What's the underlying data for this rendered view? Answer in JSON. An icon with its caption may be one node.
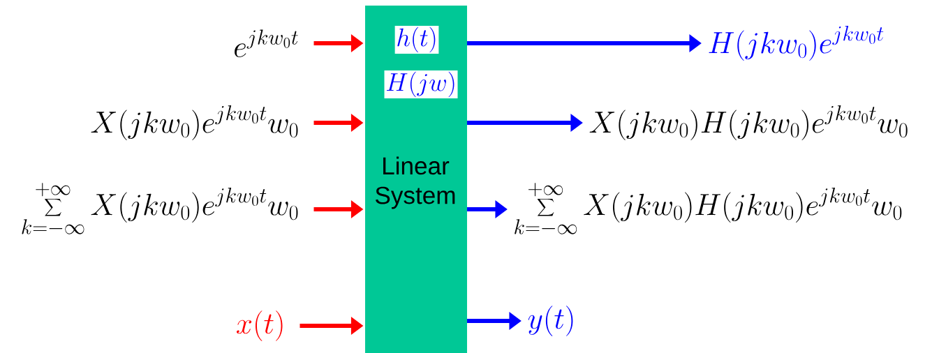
{
  "diagram": {
    "nodes": [
      {
        "text": [
          "h(t)",
          "H(jw)",
          "Linear System"
        ]
      },
      {
        "text": [
          "e^{jkw_0t}"
        ]
      },
      {
        "text": [
          "X(jkw_0)e^{jkw_0t}w_0"
        ]
      },
      {
        "text": [
          "\\sum_{k=-\\infty}^{+\\infty} X(jkw_0)e^{jkw_0t}w_0"
        ]
      },
      {
        "text": [
          "x(t)"
        ]
      },
      {
        "text": [
          "H(jkw_0)e^{jkw_0t}"
        ]
      },
      {
        "text": [
          "X(jkw_0)H(jkw_0)e^{jkw_0t}w_0"
        ]
      },
      {
        "text": [
          "\\sum_{k=-\\infty}^{+\\infty} X(jkw_0)H(jkw_0)e^{jkw_0t}w_0"
        ]
      },
      {
        "text": [
          "y(t)"
        ]
      }
    ],
    "edges": [
      {
        "from": 1,
        "to": 0,
        "arrow": "to",
        "color": "#ff0000"
      },
      {
        "from": 2,
        "to": 0,
        "arrow": "to",
        "color": "#ff0000"
      },
      {
        "from": 3,
        "to": 0,
        "arrow": "to",
        "color": "#ff0000"
      },
      {
        "from": 4,
        "to": 0,
        "arrow": "to",
        "color": "#ff0000"
      },
      {
        "from": 0,
        "to": 5,
        "arrow": "to",
        "color": "#0000ff"
      },
      {
        "from": 0,
        "to": 6,
        "arrow": "to",
        "color": "#0000ff"
      },
      {
        "from": 0,
        "to": 7,
        "arrow": "to",
        "color": "#0000ff"
      },
      {
        "from": 0,
        "to": 8,
        "arrow": "to",
        "color": "#0000ff"
      }
    ]
  }
}
